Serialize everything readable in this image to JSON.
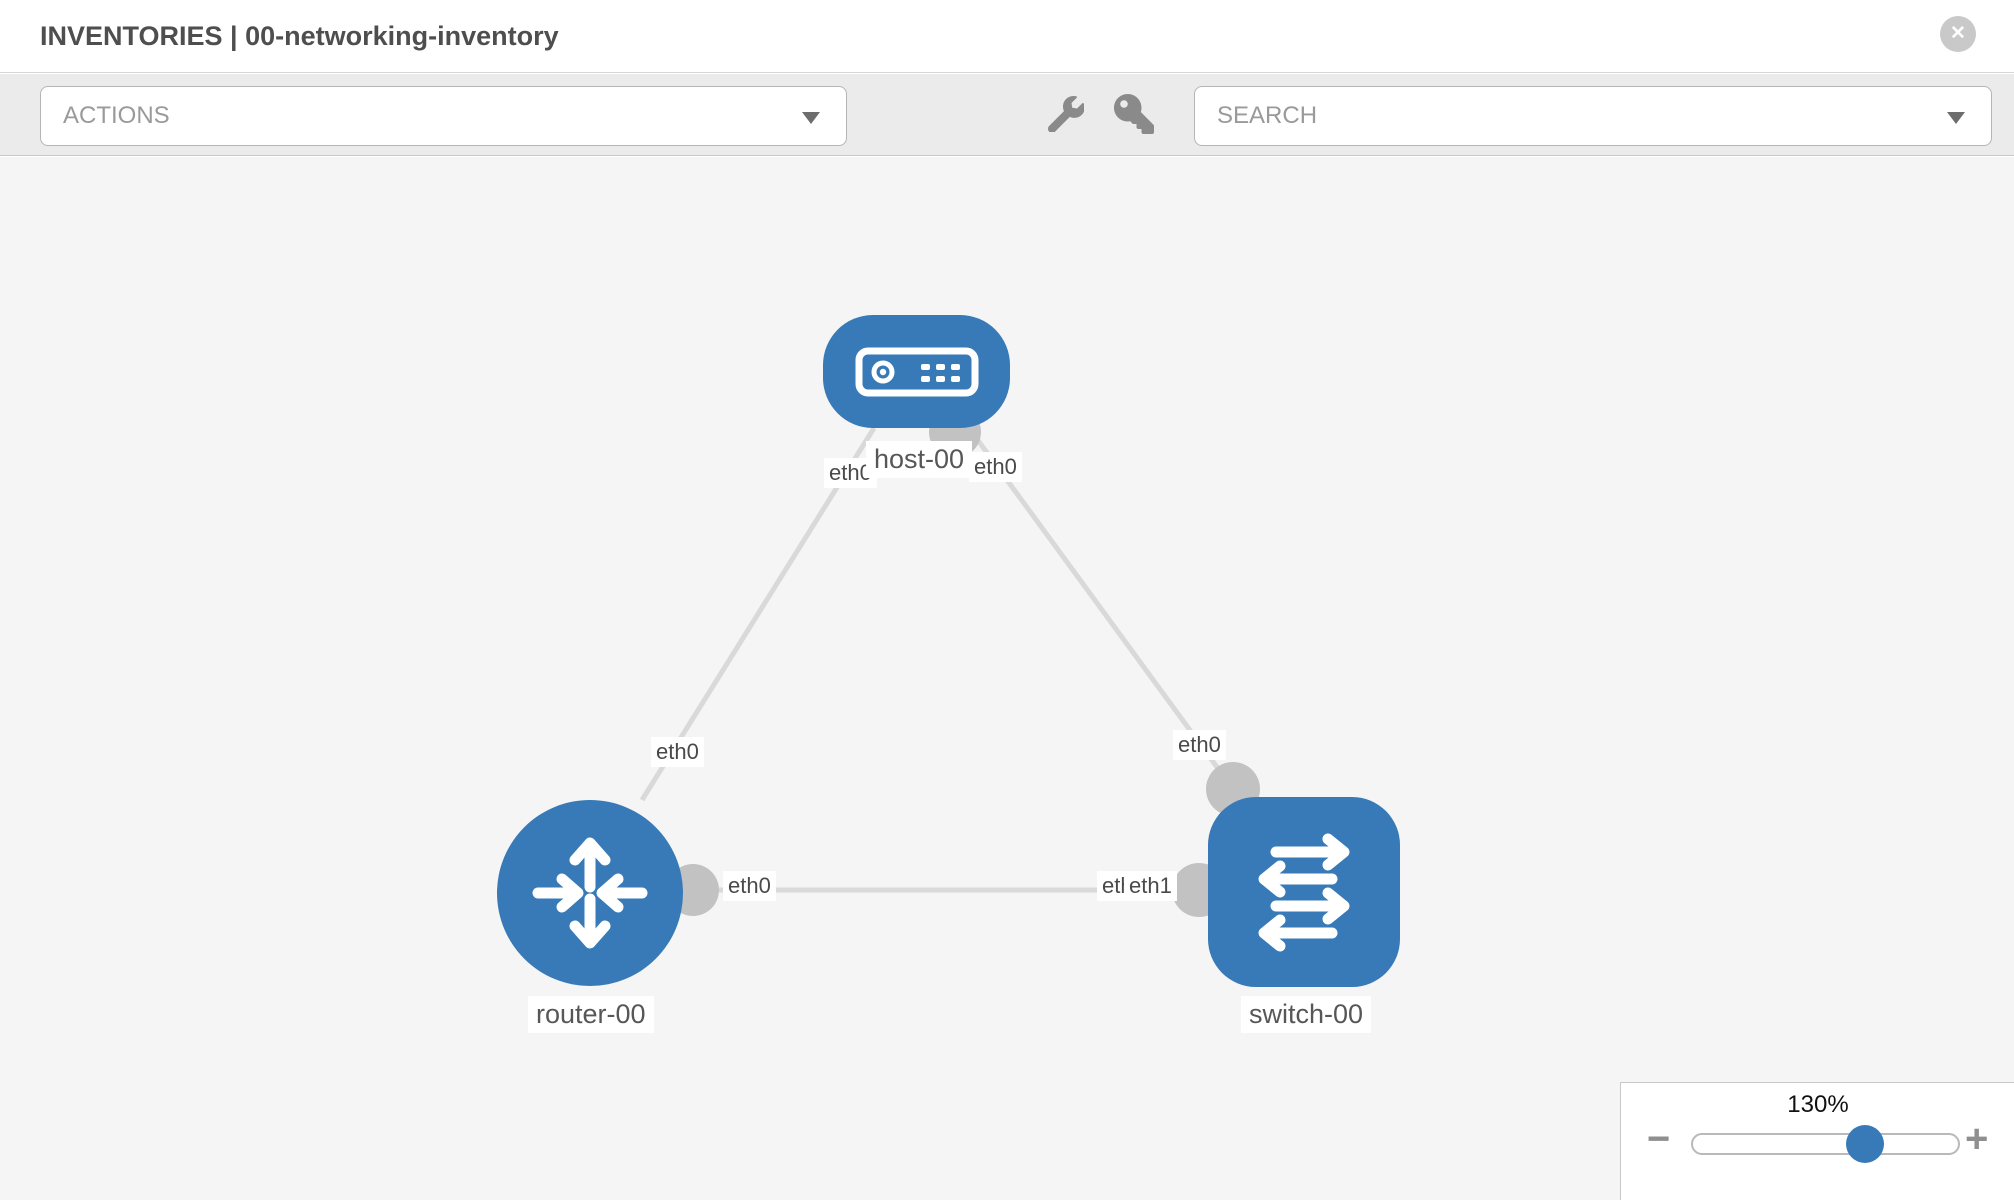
{
  "header": {
    "title": "INVENTORIES | 00-networking-inventory",
    "close_icon": "circle-x-icon",
    "close_glyph": "✕"
  },
  "toolbar": {
    "actions_label": "ACTIONS",
    "search_label": "SEARCH",
    "icons": [
      "wrench-icon",
      "key-icon",
      "chevron-down-icon"
    ]
  },
  "topology": {
    "nodes": [
      {
        "id": "host-00",
        "label": "host-00",
        "type": "host",
        "icon": "host-icon"
      },
      {
        "id": "router-00",
        "label": "router-00",
        "type": "router",
        "icon": "router-icon"
      },
      {
        "id": "switch-00",
        "label": "switch-00",
        "type": "switch",
        "icon": "switch-icon"
      }
    ],
    "links": [
      {
        "source": "host-00",
        "source_if": "eth0",
        "target": "router-00",
        "target_if": "eth0"
      },
      {
        "source": "host-00",
        "source_if": "eth0",
        "target": "switch-00",
        "target_if": "eth0"
      },
      {
        "source": "router-00",
        "source_if": "eth0",
        "target": "switch-00",
        "target_if": "eth1"
      }
    ],
    "interface_labels": {
      "host_left": "eth0",
      "host_right": "eth0",
      "router_top": "eth0",
      "switch_top": "eth0",
      "router_right": "eth0",
      "switch_left_under": "eth1",
      "switch_left": "eth1"
    },
    "colors": {
      "node_blue": "#377ab7",
      "link_gray": "#d9d9d9",
      "dot_gray": "#c2c2c2",
      "canvas_bg": "#f5f5f5"
    }
  },
  "zoom_control": {
    "level": "130%",
    "minus_label": "−",
    "plus_label": "+"
  }
}
